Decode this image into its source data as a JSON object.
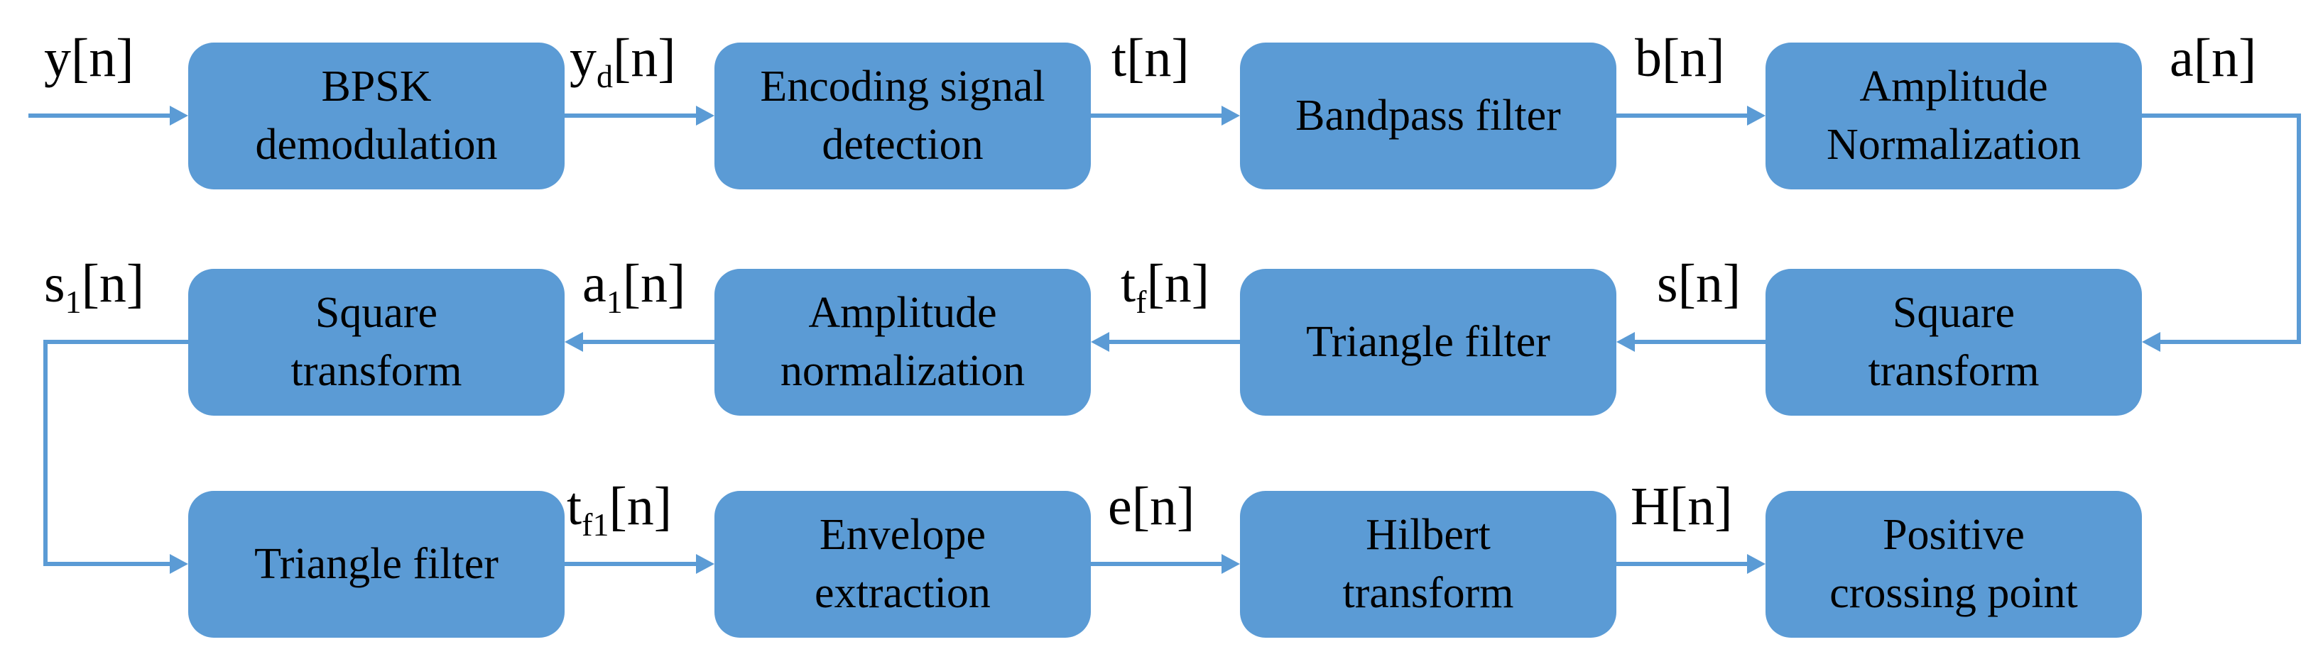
{
  "diagram": {
    "colors": {
      "block_fill": "#5b9bd5",
      "arrow": "#5b9bd5",
      "text": "#000000"
    },
    "blocks": [
      "BPSK\ndemodulation",
      "Encoding signal\ndetection",
      "Bandpass filter",
      "Amplitude\nNormalization",
      "Square\ntransform",
      "Triangle filter",
      "Amplitude\nnormalization",
      "Square\ntransform",
      "Triangle filter",
      "Envelope\nextraction",
      "Hilbert\ntransform",
      "Positive\ncrossing point"
    ],
    "signals": [
      {
        "base": "y",
        "sub": "",
        "idx": "[n]"
      },
      {
        "base": "y",
        "sub": "d",
        "idx": "[n]"
      },
      {
        "base": "t",
        "sub": "",
        "idx": "[n]"
      },
      {
        "base": "b",
        "sub": "",
        "idx": "[n]"
      },
      {
        "base": "a",
        "sub": "",
        "idx": "[n]"
      },
      {
        "base": "s",
        "sub": "",
        "idx": "[n]"
      },
      {
        "base": "t",
        "sub": "f",
        "idx": "[n]"
      },
      {
        "base": "a",
        "sub": "1",
        "idx": "[n]"
      },
      {
        "base": "s",
        "sub": "1",
        "idx": "[n]"
      },
      {
        "base": "t",
        "sub": "f1",
        "idx": "[n]"
      },
      {
        "base": "e",
        "sub": "",
        "idx": "[n]"
      },
      {
        "base": "H",
        "sub": "",
        "idx": "[n]"
      }
    ]
  }
}
